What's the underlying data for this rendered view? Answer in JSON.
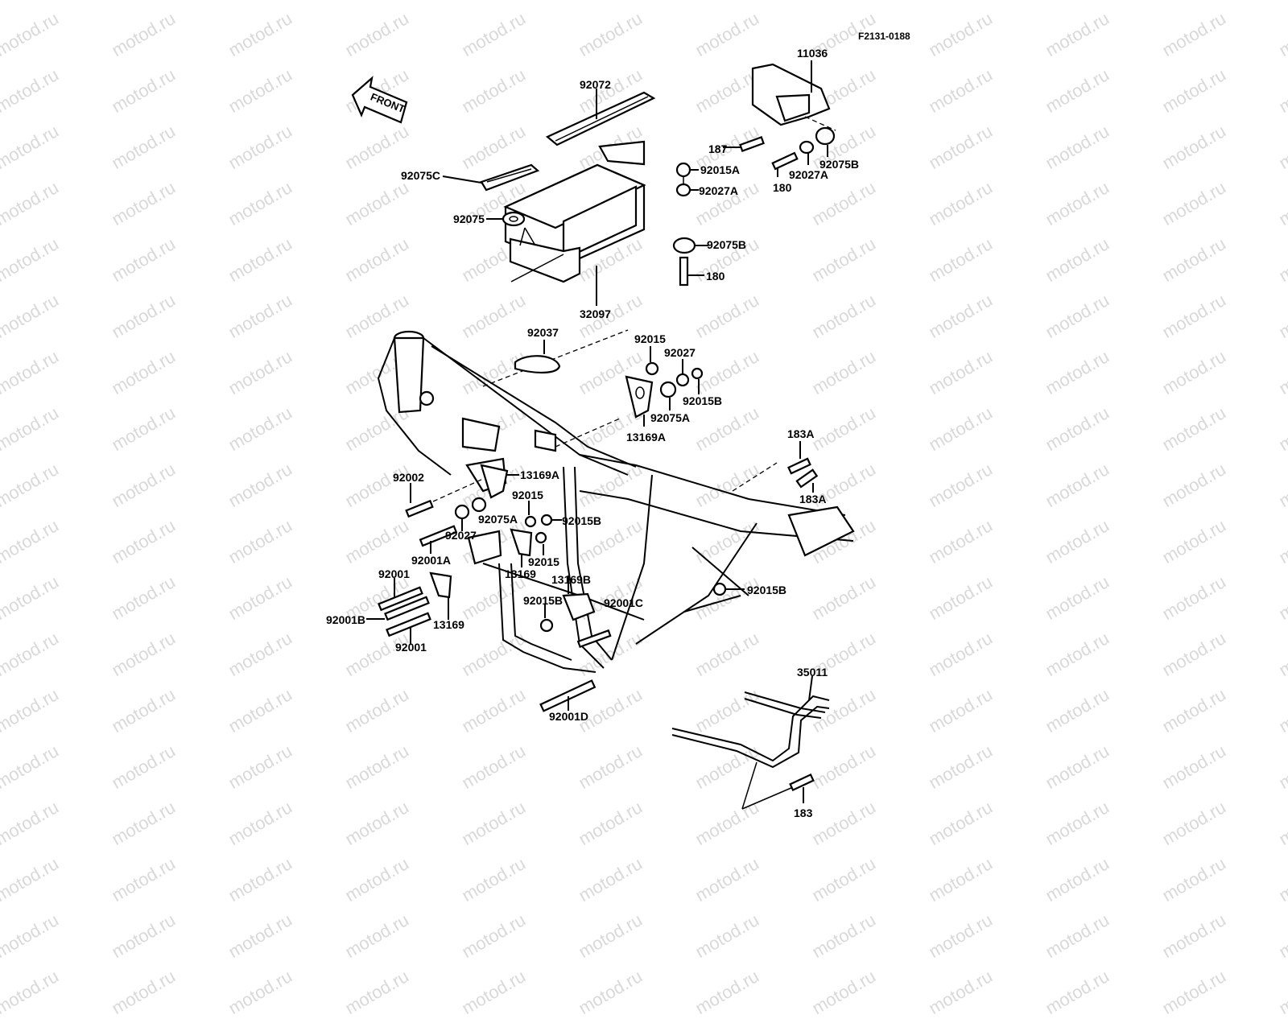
{
  "diagram": {
    "code": "F2131-0188",
    "watermark": "motod.ru",
    "front_label": "FRONT"
  },
  "labels": [
    {
      "id": "l-11036",
      "text": "11036"
    },
    {
      "id": "l-92072",
      "text": "92072"
    },
    {
      "id": "l-187",
      "text": "187"
    },
    {
      "id": "l-92015A",
      "text": "92015A"
    },
    {
      "id": "l-92027A-1",
      "text": "92027A"
    },
    {
      "id": "l-92027A-2",
      "text": "92027A"
    },
    {
      "id": "l-92075B-1",
      "text": "92075B"
    },
    {
      "id": "l-92075B-2",
      "text": "92075B"
    },
    {
      "id": "l-180-1",
      "text": "180"
    },
    {
      "id": "l-180-2",
      "text": "180"
    },
    {
      "id": "l-92075C",
      "text": "92075C"
    },
    {
      "id": "l-92075",
      "text": "92075"
    },
    {
      "id": "l-32097",
      "text": "32097"
    },
    {
      "id": "l-92037",
      "text": "92037"
    },
    {
      "id": "l-92015-1",
      "text": "92015"
    },
    {
      "id": "l-92027-1",
      "text": "92027"
    },
    {
      "id": "l-92015B-1",
      "text": "92015B"
    },
    {
      "id": "l-92075A-1",
      "text": "92075A"
    },
    {
      "id": "l-13169A-1",
      "text": "13169A"
    },
    {
      "id": "l-183A-1",
      "text": "183A"
    },
    {
      "id": "l-183A-2",
      "text": "183A"
    },
    {
      "id": "l-92002",
      "text": "92002"
    },
    {
      "id": "l-13169A-2",
      "text": "13169A"
    },
    {
      "id": "l-92015-2",
      "text": "92015"
    },
    {
      "id": "l-92075A-2",
      "text": "92075A"
    },
    {
      "id": "l-92015B-2",
      "text": "92015B"
    },
    {
      "id": "l-92027-2",
      "text": "92027"
    },
    {
      "id": "l-92001A",
      "text": "92001A"
    },
    {
      "id": "l-92015-3",
      "text": "92015"
    },
    {
      "id": "l-13169-1",
      "text": "13169"
    },
    {
      "id": "l-92001-1",
      "text": "92001"
    },
    {
      "id": "l-13169B",
      "text": "13169B"
    },
    {
      "id": "l-92015B-3",
      "text": "92015B"
    },
    {
      "id": "l-92001C",
      "text": "92001C"
    },
    {
      "id": "l-92015B-4",
      "text": "92015B"
    },
    {
      "id": "l-92001B",
      "text": "92001B"
    },
    {
      "id": "l-13169-2",
      "text": "13169"
    },
    {
      "id": "l-92001-2",
      "text": "92001"
    },
    {
      "id": "l-35011",
      "text": "35011"
    },
    {
      "id": "l-92001D",
      "text": "92001D"
    },
    {
      "id": "l-183",
      "text": "183"
    }
  ]
}
